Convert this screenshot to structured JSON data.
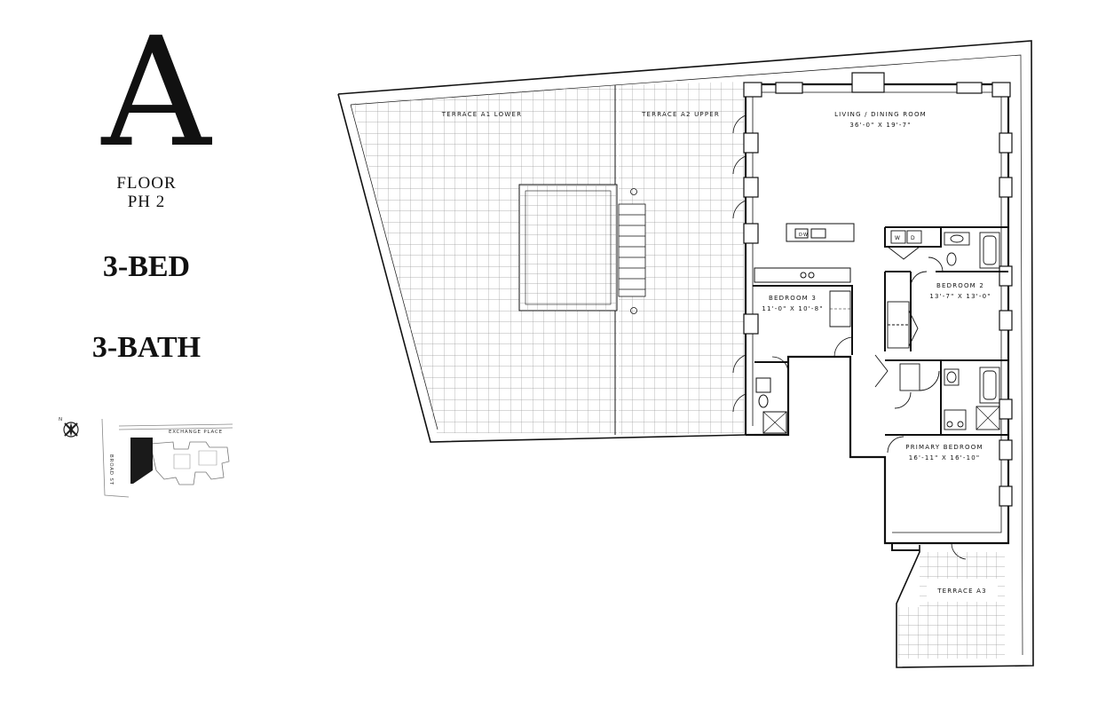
{
  "unit": {
    "letter": "A",
    "floor_line1": "FLOOR",
    "floor_line2": "PH 2",
    "beds": "3-BED",
    "baths": "3-BATH"
  },
  "key_plan": {
    "street_1": "EXCHANGE PLACE",
    "street_2": "BROAD ST",
    "north_marker": "N"
  },
  "rooms": {
    "terrace_a1": "TERRACE A1 LOWER",
    "terrace_a2": "TERRACE A2 UPPER",
    "living_name": "LIVING / DINING ROOM",
    "living_dims": "36'-0\" X 19'-7\"",
    "bedroom3_name": "BEDROOM 3",
    "bedroom3_dims": "11'-0\" X 10'-8\"",
    "bedroom2_name": "BEDROOM 2",
    "bedroom2_dims": "13'-7\" X 13'-0\"",
    "primary_name": "PRIMARY BEDROOM",
    "primary_dims": "16'-11\" X 16'-10\"",
    "terrace_a3": "TERRACE A3",
    "dw": "DW",
    "washer": "W",
    "dryer": "D"
  },
  "colors": {
    "line": "#111111",
    "grid": "#9a9a9a",
    "building_fill": "#1a1a1a"
  }
}
